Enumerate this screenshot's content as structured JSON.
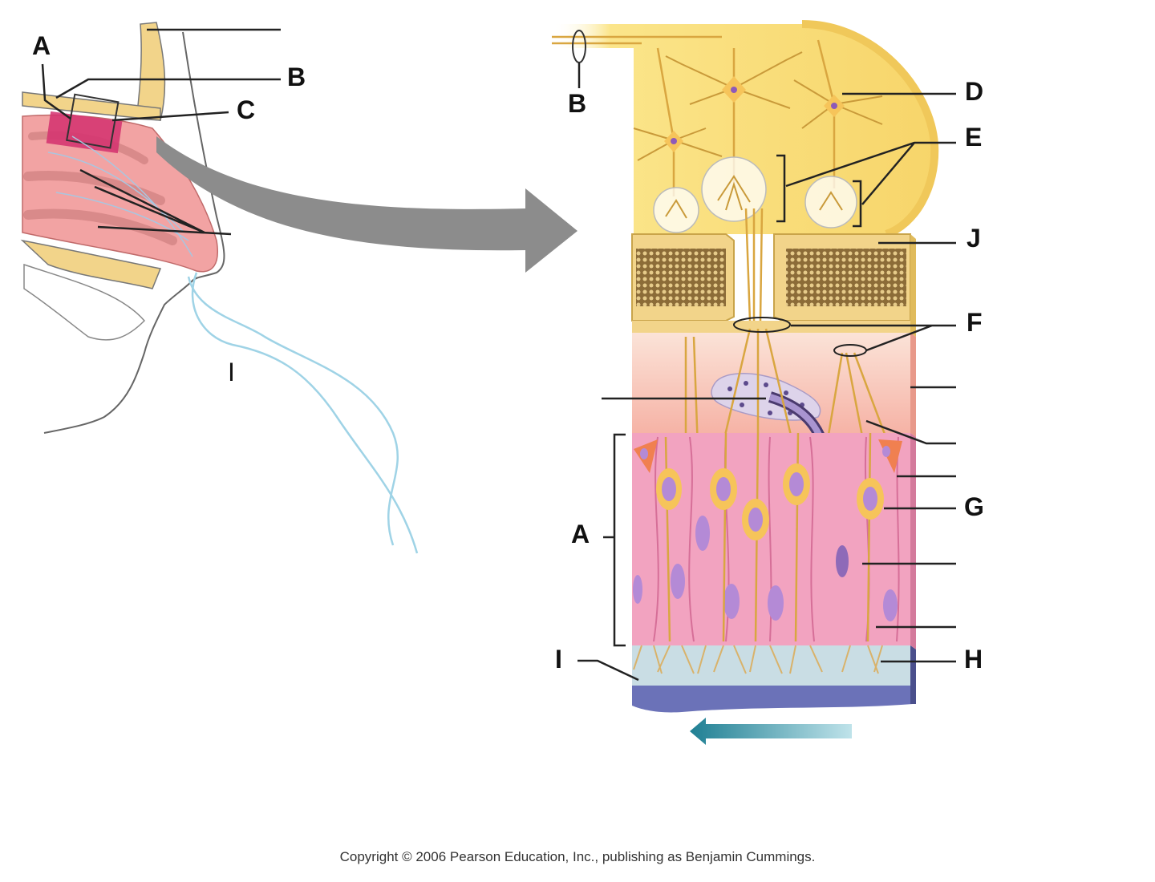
{
  "labels": {
    "left_A": "A",
    "left_B": "B",
    "left_C": "C",
    "left_I": "I",
    "right_B": "B",
    "D": "D",
    "E": "E",
    "J": "J",
    "F": "F",
    "G": "G",
    "A": "A",
    "I": "I",
    "H": "H"
  },
  "copyright": "Copyright © 2006 Pearson Education, Inc., publishing as Benjamin Cummings.",
  "colors": {
    "bulb": "#fbe58a",
    "bone": "#f2d48a",
    "mucosa": "#f2a3c0",
    "tissue": "#f9cfc2",
    "receptor": "#f6c45a",
    "nucleus": "#b48ad6",
    "basement": "#c9dde4",
    "arrow_gray": "#8c8c8c",
    "arrow_teal": "#1f7f93"
  }
}
